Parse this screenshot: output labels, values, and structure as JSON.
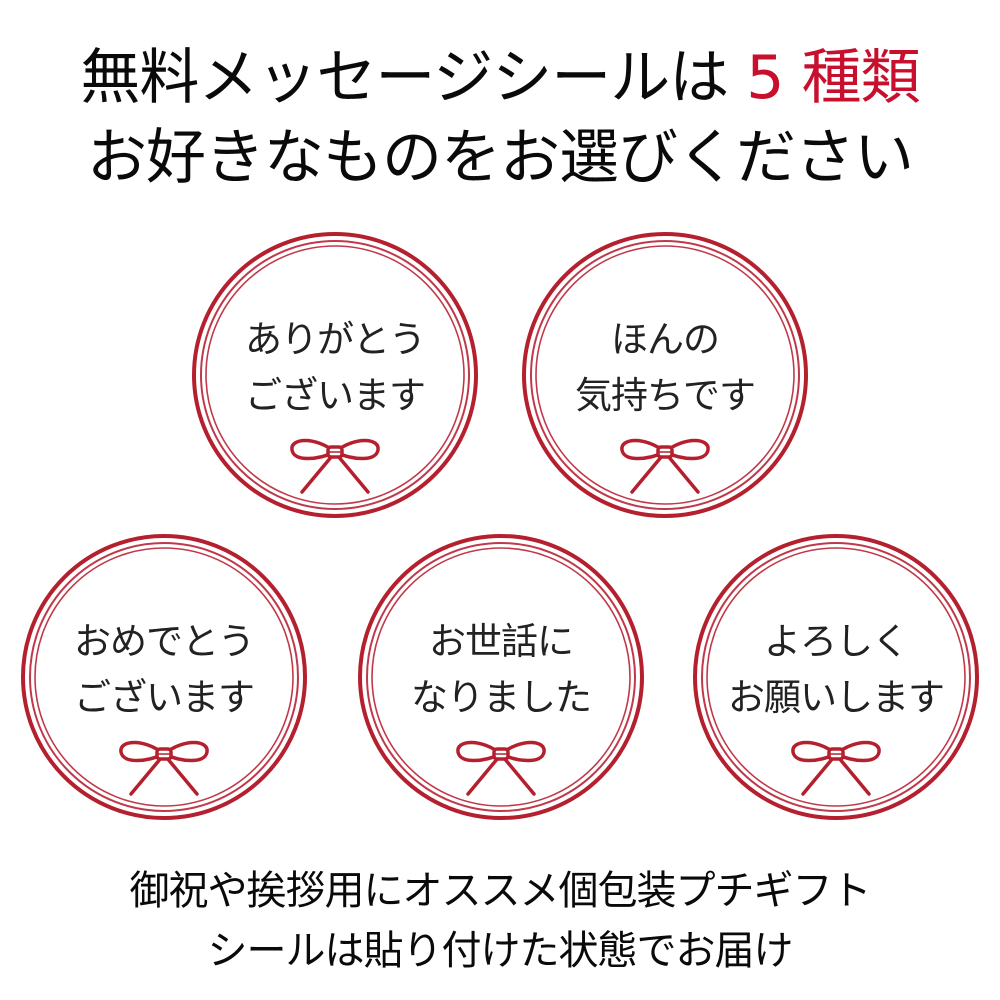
{
  "header": {
    "line1_prefix": "無料メッセージシールは",
    "line1_accent": " 5 種類",
    "line2": "お好きなものをお選びください"
  },
  "colors": {
    "accent": "#c8102e",
    "ring": "#b5202e",
    "text": "#222222"
  },
  "stickers": [
    {
      "line1": "ありがとう",
      "line2": "ございます",
      "icon": "ribbon-bow-icon"
    },
    {
      "line1": "ほんの",
      "line2": "気持ちです",
      "icon": "ribbon-bow-icon"
    },
    {
      "line1": "おめでとう",
      "line2": "ございます",
      "icon": "ribbon-bow-icon"
    },
    {
      "line1": "お世話に",
      "line2": "なりました",
      "icon": "ribbon-bow-icon"
    },
    {
      "line1": "よろしく",
      "line2": "お願いします",
      "icon": "ribbon-bow-icon"
    }
  ],
  "footer": {
    "line1": "御祝や挨拶用にオススメ個包装プチギフト",
    "line2": "シールは貼り付けた状態でお届け"
  }
}
